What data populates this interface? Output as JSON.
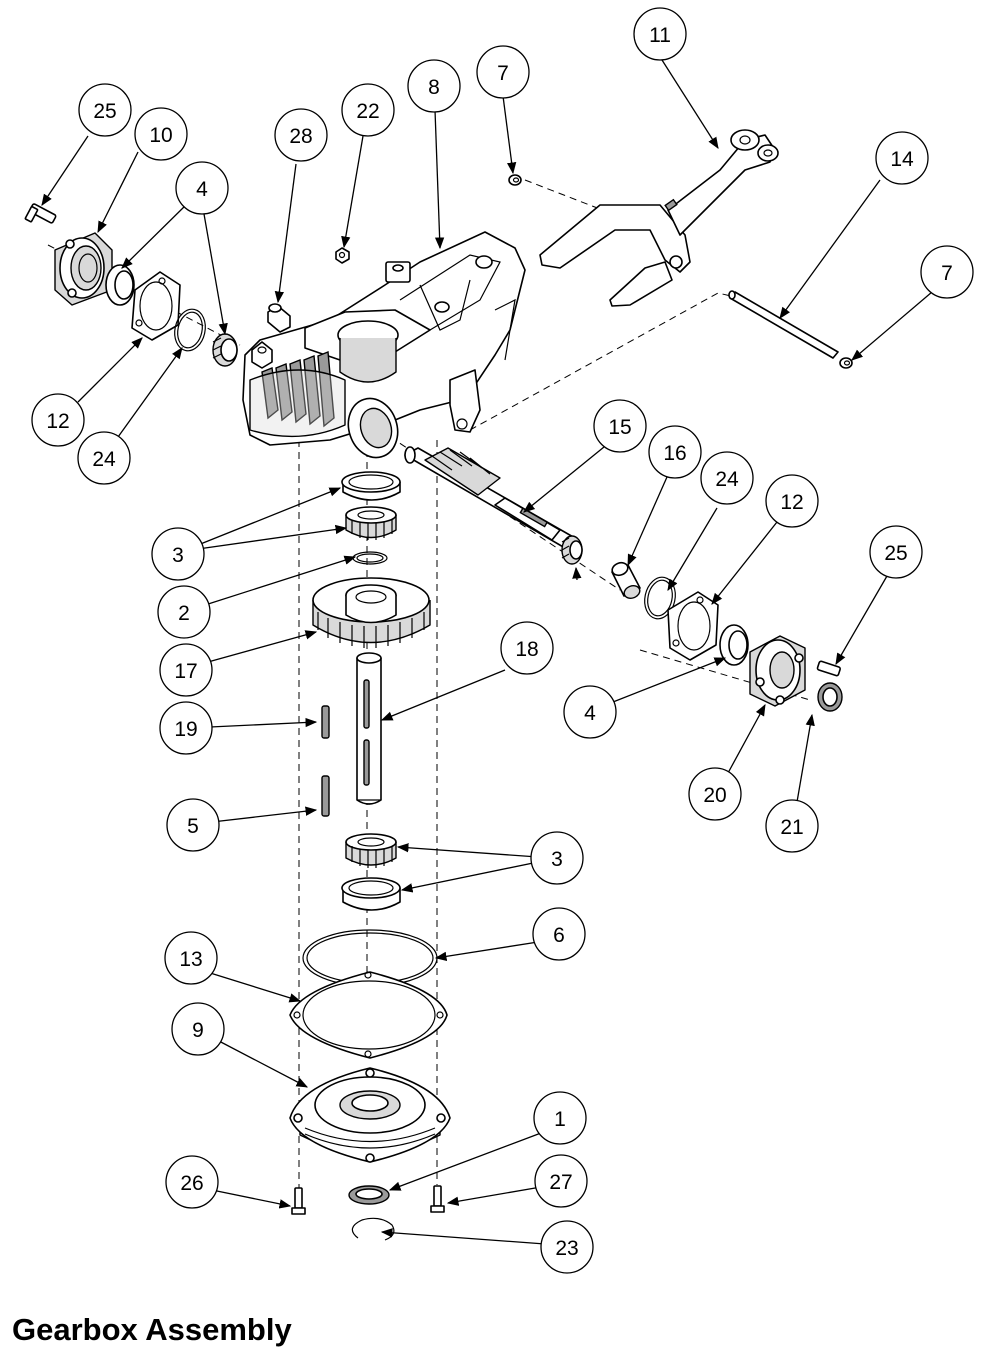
{
  "title": "Gearbox Assembly",
  "callouts": [
    {
      "id": "c-25a",
      "label": "25",
      "part": "bolt"
    },
    {
      "id": "c-10",
      "label": "10",
      "part": "bearing-housing"
    },
    {
      "id": "c-4a",
      "label": "4",
      "part": "bearing"
    },
    {
      "id": "c-28",
      "label": "28",
      "part": "breather-plug"
    },
    {
      "id": "c-22",
      "label": "22",
      "part": "nut"
    },
    {
      "id": "c-8",
      "label": "8",
      "part": "gearbox-housing"
    },
    {
      "id": "c-7a",
      "label": "7",
      "part": "clip"
    },
    {
      "id": "c-11",
      "label": "11",
      "part": "shift-fork"
    },
    {
      "id": "c-14",
      "label": "14",
      "part": "pivot-pin"
    },
    {
      "id": "c-7b",
      "label": "7",
      "part": "clip"
    },
    {
      "id": "c-12a",
      "label": "12",
      "part": "gasket"
    },
    {
      "id": "c-24a",
      "label": "24",
      "part": "o-ring"
    },
    {
      "id": "c-15",
      "label": "15",
      "part": "worm-shaft"
    },
    {
      "id": "c-16",
      "label": "16",
      "part": "spacer"
    },
    {
      "id": "c-24b",
      "label": "24",
      "part": "o-ring"
    },
    {
      "id": "c-12b",
      "label": "12",
      "part": "gasket"
    },
    {
      "id": "c-25b",
      "label": "25",
      "part": "bolt"
    },
    {
      "id": "c-3a",
      "label": "3",
      "part": "tapered-bearing"
    },
    {
      "id": "c-2",
      "label": "2",
      "part": "snap-ring"
    },
    {
      "id": "c-17",
      "label": "17",
      "part": "worm-gear"
    },
    {
      "id": "c-18",
      "label": "18",
      "part": "output-shaft"
    },
    {
      "id": "c-19",
      "label": "19",
      "part": "key"
    },
    {
      "id": "c-5",
      "label": "5",
      "part": "key"
    },
    {
      "id": "c-4b",
      "label": "4",
      "part": "bearing"
    },
    {
      "id": "c-20",
      "label": "20",
      "part": "bearing-housing"
    },
    {
      "id": "c-21",
      "label": "21",
      "part": "seal"
    },
    {
      "id": "c-3b",
      "label": "3",
      "part": "tapered-bearing"
    },
    {
      "id": "c-6",
      "label": "6",
      "part": "o-ring"
    },
    {
      "id": "c-13",
      "label": "13",
      "part": "gasket"
    },
    {
      "id": "c-9",
      "label": "9",
      "part": "bottom-cover"
    },
    {
      "id": "c-1",
      "label": "1",
      "part": "seal"
    },
    {
      "id": "c-26",
      "label": "26",
      "part": "bolt"
    },
    {
      "id": "c-27",
      "label": "27",
      "part": "bolt"
    },
    {
      "id": "c-23",
      "label": "23",
      "part": "snap-ring"
    }
  ]
}
